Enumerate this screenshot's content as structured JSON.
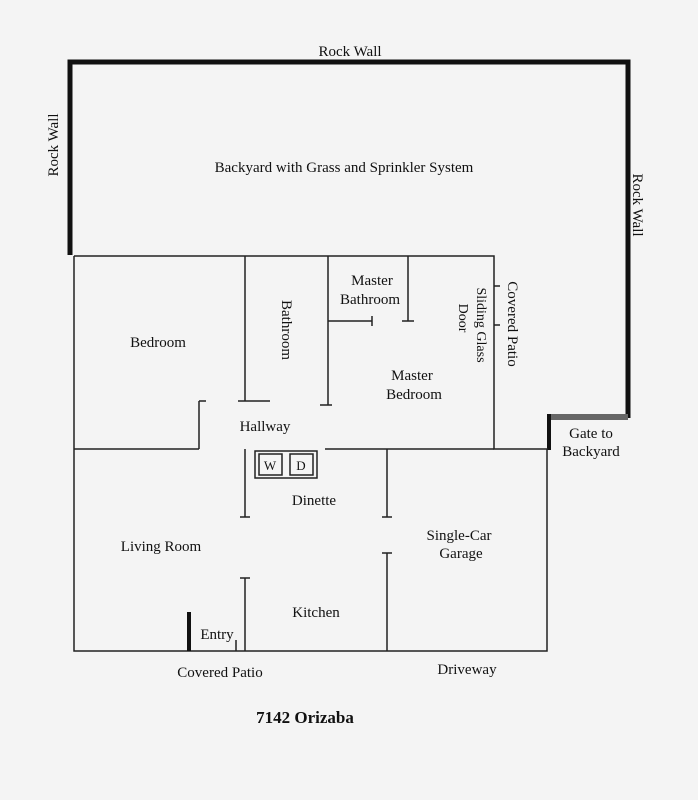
{
  "labels": {
    "rock_wall_top": "Rock Wall",
    "rock_wall_left": "Rock Wall",
    "rock_wall_right": "Rock Wall",
    "backyard": "Backyard with Grass and Sprinkler System",
    "bedroom": "Bedroom",
    "bathroom": "Bathroom",
    "master_bath_line1": "Master",
    "master_bath_line2": "Bathroom",
    "covered_patio_side": "Covered Patio",
    "sliding_door_line1": "Sliding Glass",
    "sliding_door_line2": "Door",
    "master_bed_line1": "Master",
    "master_bed_line2": "Bedroom",
    "hallway": "Hallway",
    "gate_line1": "Gate to",
    "gate_line2": "Backyard",
    "washer": "W",
    "dryer": "D",
    "dinette": "Dinette",
    "living_room": "Living Room",
    "garage_line1": "Single-Car",
    "garage_line2": "Garage",
    "kitchen": "Kitchen",
    "entry": "Entry",
    "covered_patio_front": "Covered Patio",
    "driveway": "Driveway"
  },
  "title": "7142 Orizaba"
}
